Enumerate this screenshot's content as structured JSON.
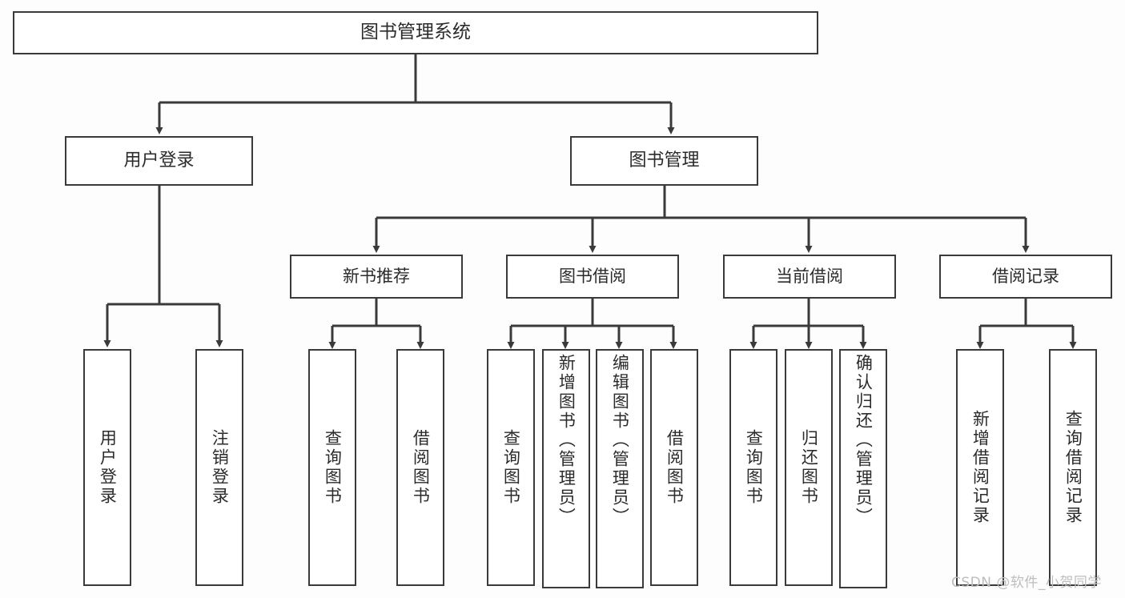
{
  "diagram": {
    "title": "图书管理系统",
    "watermark": "CSDN @软件_小贺同学",
    "line_color": "#3a3a3a",
    "box_fill": "#ffffff",
    "text_color": "#2b2b2b",
    "root": {
      "label": "图书管理系统"
    },
    "level2": [
      {
        "label": "用户登录"
      },
      {
        "label": "图书管理"
      }
    ],
    "level3": [
      {
        "label": "新书推荐"
      },
      {
        "label": "图书借阅"
      },
      {
        "label": "当前借阅"
      },
      {
        "label": "借阅记录"
      }
    ],
    "leaves": [
      {
        "label": "用户登录",
        "parent": "用户登录"
      },
      {
        "label": "注销登录",
        "parent": "用户登录"
      },
      {
        "label": "查询图书",
        "parent": "新书推荐"
      },
      {
        "label": "借阅图书",
        "parent": "新书推荐"
      },
      {
        "label": "查询图书",
        "parent": "图书借阅"
      },
      {
        "label": "新增图书（管理员）",
        "parent": "图书借阅"
      },
      {
        "label": "编辑图书（管理员）",
        "parent": "图书借阅"
      },
      {
        "label": "借阅图书",
        "parent": "图书借阅"
      },
      {
        "label": "查询图书",
        "parent": "当前借阅"
      },
      {
        "label": "归还图书",
        "parent": "当前借阅"
      },
      {
        "label": "确认归还（管理员）",
        "parent": "当前借阅"
      },
      {
        "label": "新增借阅记录",
        "parent": "借阅记录"
      },
      {
        "label": "查询借阅记录",
        "parent": "借阅记录"
      }
    ]
  }
}
